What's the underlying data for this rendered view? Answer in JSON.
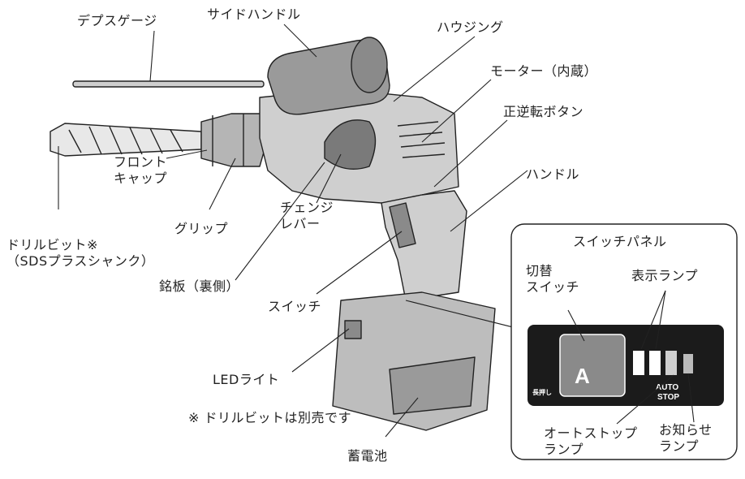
{
  "labels": {
    "depth_gauge": "デプスゲージ",
    "side_handle": "サイドハンドル",
    "housing": "ハウジング",
    "motor": "モーター（内蔵）",
    "reverse_button": "正逆転ボタン",
    "handle": "ハンドル",
    "front_cap": "フロント\nキャップ",
    "grip": "グリップ",
    "change_lever": "チェンジ\nレバー",
    "drill_bit": "ドリルビット※\n（SDSプラスシャンク）",
    "nameplate": "銘板（裏側）",
    "switch": "スイッチ",
    "led_light": "LEDライト",
    "battery": "蓄電池",
    "note": "※ ドリルビットは別売です"
  },
  "switch_panel": {
    "title": "スイッチパネル",
    "mode_switch": "切替\nスイッチ",
    "indicator_lamps": "表示ランプ",
    "auto_stop_lamp": "オートストップ\nランプ",
    "notice_lamp": "お知らせ\nランプ",
    "button_letter": "A",
    "long_press": "長押し",
    "auto_text": "AUTO",
    "stop_text": "STOP"
  },
  "colors": {
    "line": "#222222",
    "tool_body": "#cfcfcf",
    "tool_dark": "#8a8a8a",
    "panel_bg": "#1b1b1b",
    "lamp": "#ffffff"
  }
}
